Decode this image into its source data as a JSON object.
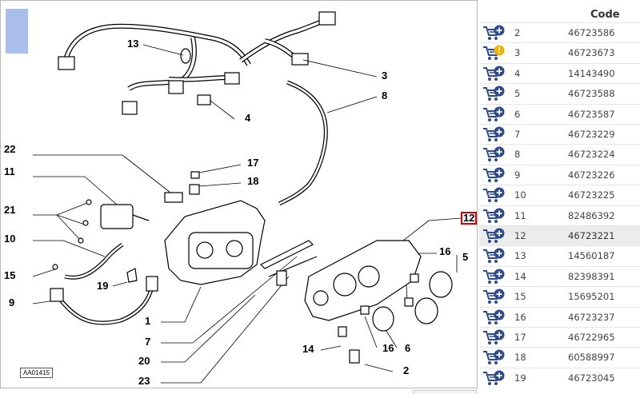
{
  "diagram": {
    "caption": "AA01415",
    "labels": [
      {
        "id": "13",
        "text": "13"
      },
      {
        "id": "3",
        "text": "3"
      },
      {
        "id": "8",
        "text": "8"
      },
      {
        "id": "4",
        "text": "4"
      },
      {
        "id": "22",
        "text": "22"
      },
      {
        "id": "11",
        "text": "11"
      },
      {
        "id": "17",
        "text": "17"
      },
      {
        "id": "18",
        "text": "18"
      },
      {
        "id": "21",
        "text": "21"
      },
      {
        "id": "10",
        "text": "10"
      },
      {
        "id": "12",
        "text": "12"
      },
      {
        "id": "15",
        "text": "15"
      },
      {
        "id": "19",
        "text": "19"
      },
      {
        "id": "16a",
        "text": "16"
      },
      {
        "id": "5",
        "text": "5"
      },
      {
        "id": "9",
        "text": "9"
      },
      {
        "id": "1",
        "text": "1"
      },
      {
        "id": "7",
        "text": "7"
      },
      {
        "id": "14",
        "text": "14"
      },
      {
        "id": "16b",
        "text": "16"
      },
      {
        "id": "6",
        "text": "6"
      },
      {
        "id": "20",
        "text": "20"
      },
      {
        "id": "2",
        "text": "2"
      },
      {
        "id": "23",
        "text": "23"
      }
    ],
    "selected_label": "12"
  },
  "parts_table": {
    "header": {
      "code": "Code"
    },
    "rows": [
      {
        "pos": "2",
        "code": "46723586",
        "icon": "cart-add-icon"
      },
      {
        "pos": "3",
        "code": "46723673",
        "icon": "cart-warning-icon"
      },
      {
        "pos": "4",
        "code": "14143490",
        "icon": "cart-add-icon"
      },
      {
        "pos": "5",
        "code": "46723588",
        "icon": "cart-add-icon"
      },
      {
        "pos": "6",
        "code": "46723587",
        "icon": "cart-add-icon"
      },
      {
        "pos": "7",
        "code": "46723229",
        "icon": "cart-add-icon"
      },
      {
        "pos": "8",
        "code": "46723224",
        "icon": "cart-add-icon"
      },
      {
        "pos": "9",
        "code": "46723226",
        "icon": "cart-add-icon"
      },
      {
        "pos": "10",
        "code": "46723225",
        "icon": "cart-add-icon"
      },
      {
        "pos": "11",
        "code": "82486392",
        "icon": "cart-add-icon"
      },
      {
        "pos": "12",
        "code": "46723221",
        "icon": "cart-add-icon",
        "selected": true
      },
      {
        "pos": "13",
        "code": "14560187",
        "icon": "cart-add-icon"
      },
      {
        "pos": "14",
        "code": "82398391",
        "icon": "cart-add-icon"
      },
      {
        "pos": "15",
        "code": "15695201",
        "icon": "cart-add-icon"
      },
      {
        "pos": "16",
        "code": "46723237",
        "icon": "cart-add-icon"
      },
      {
        "pos": "17",
        "code": "46722965",
        "icon": "cart-add-icon"
      },
      {
        "pos": "18",
        "code": "60588997",
        "icon": "cart-add-icon"
      },
      {
        "pos": "19",
        "code": "46723045",
        "icon": "cart-add-icon"
      }
    ]
  },
  "colors": {
    "accent_blue": "#2d4a8e",
    "warning": "#f0b400",
    "selection": "#8ea8e8",
    "highlight_border": "#d40000"
  }
}
